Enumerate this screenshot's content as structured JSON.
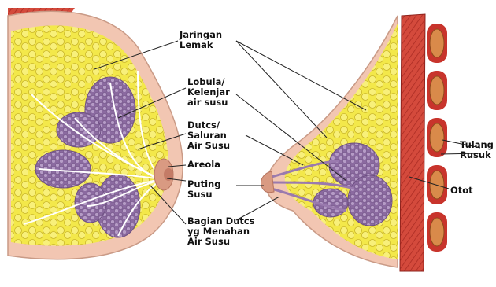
{
  "labels": {
    "jaringan_lemak": "Jaringan\nLemak",
    "lobula": "Lobula/\nKelenjar\nair susu",
    "dutcs": "Dutcs/\nSaluran\nAir Susu",
    "areola": "Areola",
    "puting": "Puting\nSusu",
    "bagian": "Bagian Dutcs\nyg Menahan\nAir Susu",
    "tulang": "Tulang\nRusuk",
    "otot": "Otot"
  },
  "colors": {
    "fat": "#f3e84a",
    "fat_edge": "#c9b52a",
    "lobule": "#9f7fb2",
    "lobule_edge": "#6d4f82",
    "skin": "#f2c6b2",
    "muscle": "#c8342c",
    "rib": "#d98a4a"
  }
}
